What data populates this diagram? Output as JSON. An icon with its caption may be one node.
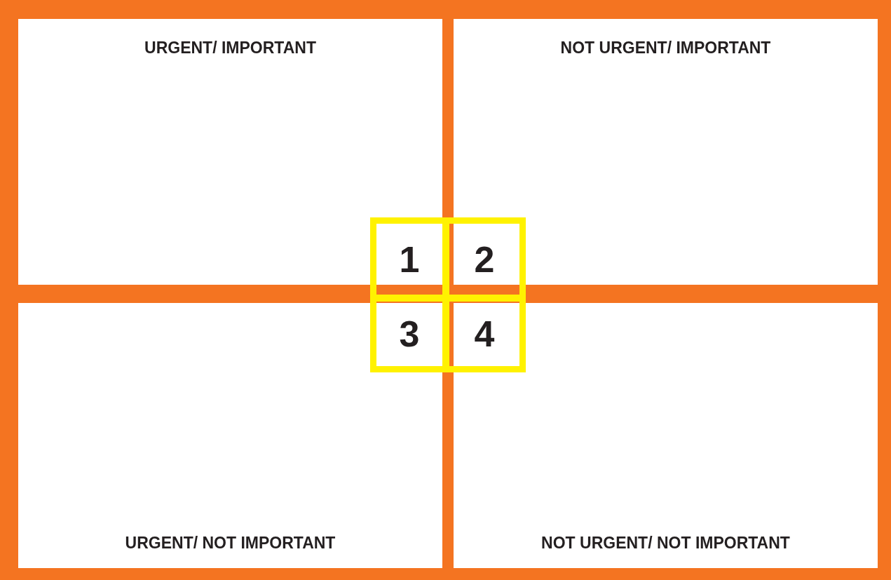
{
  "diagram": {
    "nodes": [
      {
        "text": [
          "URGENT/ IMPORTANT"
        ]
      },
      {
        "text": [
          "NOT URGENT/ IMPORTANT"
        ]
      },
      {
        "text": [
          "URGENT/ NOT IMPORTANT"
        ]
      },
      {
        "text": [
          "NOT URGENT/ NOT IMPORTANT"
        ]
      },
      {
        "text": [
          "1"
        ]
      },
      {
        "text": [
          "2"
        ]
      },
      {
        "text": [
          "3"
        ]
      },
      {
        "text": [
          "4"
        ]
      }
    ]
  }
}
